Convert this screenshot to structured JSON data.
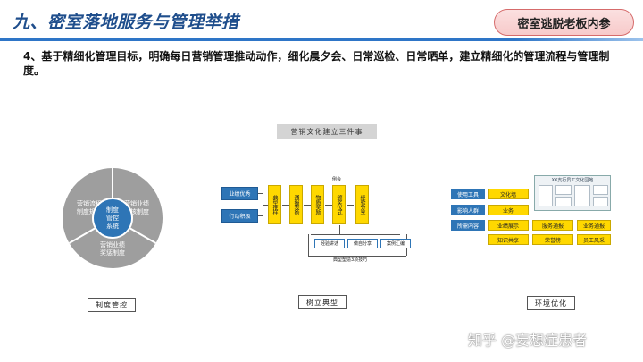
{
  "header": {
    "title": "九、密室落地服务与管理举措",
    "tag": "密室逃脱老板内参"
  },
  "intro": "4、基于精细化管理目标，明确每日营销管理推动动作，细化晨夕会、日常巡检、日常晒单，建立精细化的管理流程与管理制度。",
  "left_diagram": {
    "center": "制度\n管控\n系统",
    "seg_top_left": "营销流程\n制度规范",
    "seg_top_right": "营销业绩\n考核制度",
    "seg_bottom": "营销业绩\n奖惩制度",
    "caption": "制度管控"
  },
  "middle_diagram": {
    "title": "营销文化建立三件事",
    "left_boxes": [
      "业绩优秀",
      "行动积极"
    ],
    "columns": [
      "典型推样",
      "通报表扬",
      "物质奖励",
      "颁奖仪式",
      "经验分享"
    ],
    "meeting_label": "例会",
    "tags": [
      "经验讲述",
      "做自分享",
      "案例汇编"
    ],
    "footnote": "典型塑造3项技巧",
    "caption": "树立典型"
  },
  "right_diagram": {
    "left_boxes": [
      "使用工具",
      "影响人群",
      "所需内容"
    ],
    "row1": [
      "文化墙"
    ],
    "row2": [
      "业务"
    ],
    "row3": [
      "业绩展示",
      "服务通报",
      "业务通报"
    ],
    "row4": [
      "知识共享",
      "荣誉榜",
      "员工风采"
    ],
    "board_title": "XX支行员工文化园地",
    "caption": "环境优化"
  },
  "watermark": "知乎 @妄想症患者"
}
